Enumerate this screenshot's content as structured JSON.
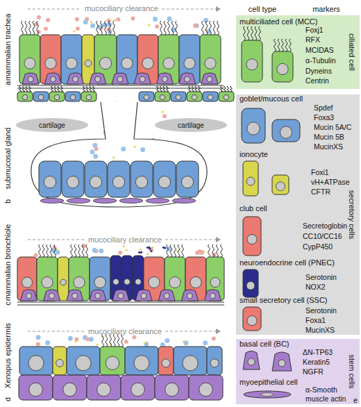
{
  "diagram": {
    "nodes": [
      {
        "text": [
          "ciliated cell"
        ]
      },
      {
        "text": [
          "secretory cells"
        ]
      },
      {
        "text": [
          "stem cells"
        ]
      }
    ],
    "labels": [
      "cell type",
      "markers",
      "multiciliated cell (MCC)",
      "Foxj1",
      "RFX",
      "MCIDAS",
      "α-Tubulin",
      "Dyneins",
      "Centrin",
      "goblet/mucous cell",
      "Spdef",
      "Foxa3",
      "Mucin 5A/C",
      "Mucin 5B",
      "MucinXS",
      "ionocyte",
      "Foxi1",
      "vH+ATPase",
      "CFTR",
      "club cell",
      "Secretoglobin",
      "CC10/CC16",
      "CypP450",
      "neuroendocrine cell (PNEC)",
      "Serotonin",
      "NOX2",
      "small secretory cell (SSC)",
      "Serotonin",
      "Foxa1",
      "MucinXS",
      "basal cell (BC)",
      "ΔN-TP63",
      "Keratin5",
      "NGFR",
      "myoepithelial cell",
      "α-Smooth",
      "muscle actin",
      "e",
      "mammalian trachea",
      "a",
      "submucosal gland",
      "b",
      "mammalian bronchiole",
      "c",
      "Xenopus epidermis",
      "d",
      "mucociliary clearance",
      "mucociliary clearance",
      "mucociliary clearance",
      "cartilage",
      "cartilage"
    ]
  }
}
